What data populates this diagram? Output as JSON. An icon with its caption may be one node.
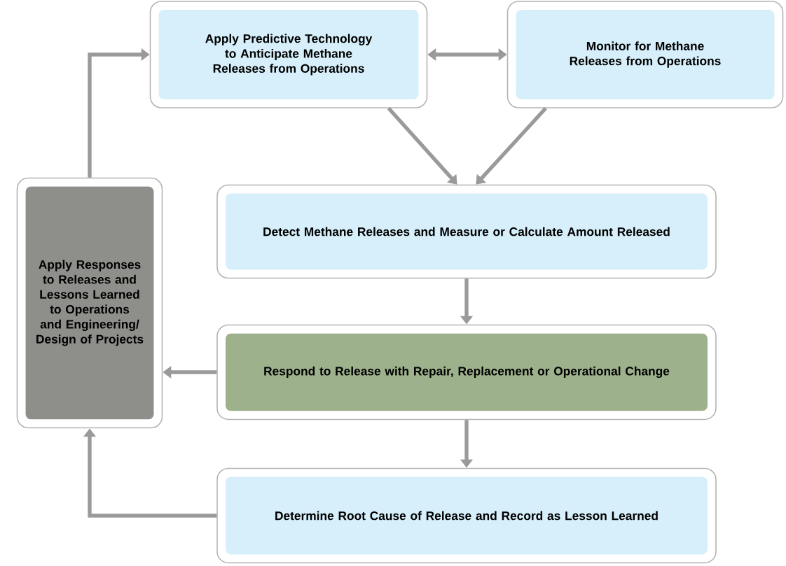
{
  "diagram": {
    "nodes": [
      {
        "text": [
          "Apply Predictive Technology to Anticipate Methane Releases from Operations"
        ]
      },
      {
        "text": [
          "Monitor for Methane Releases from Operations"
        ]
      },
      {
        "text": [
          "Detect Methane Releases and Measure or Calculate Amount Released"
        ]
      },
      {
        "text": [
          "Respond to Release with Repair, Replacement or Operational Change"
        ]
      },
      {
        "text": [
          "Determine Root Cause of Release and Record as Lesson Learned"
        ]
      },
      {
        "text": [
          "Apply Responses to Releases and Lessons Learned to Operations and Engineering/ Design of Projects"
        ]
      }
    ],
    "edges": [
      {
        "from": 0,
        "to": 1,
        "arrow": "both"
      },
      {
        "from": 0,
        "to": 2,
        "arrow": "to"
      },
      {
        "from": 1,
        "to": 2,
        "arrow": "to"
      },
      {
        "from": 2,
        "to": 3,
        "arrow": "to"
      },
      {
        "from": 3,
        "to": 5,
        "arrow": "to"
      },
      {
        "from": 3,
        "to": 4,
        "arrow": "to"
      },
      {
        "from": 4,
        "to": 5,
        "arrow": "to"
      },
      {
        "from": 5,
        "to": 0,
        "arrow": "to"
      }
    ]
  }
}
